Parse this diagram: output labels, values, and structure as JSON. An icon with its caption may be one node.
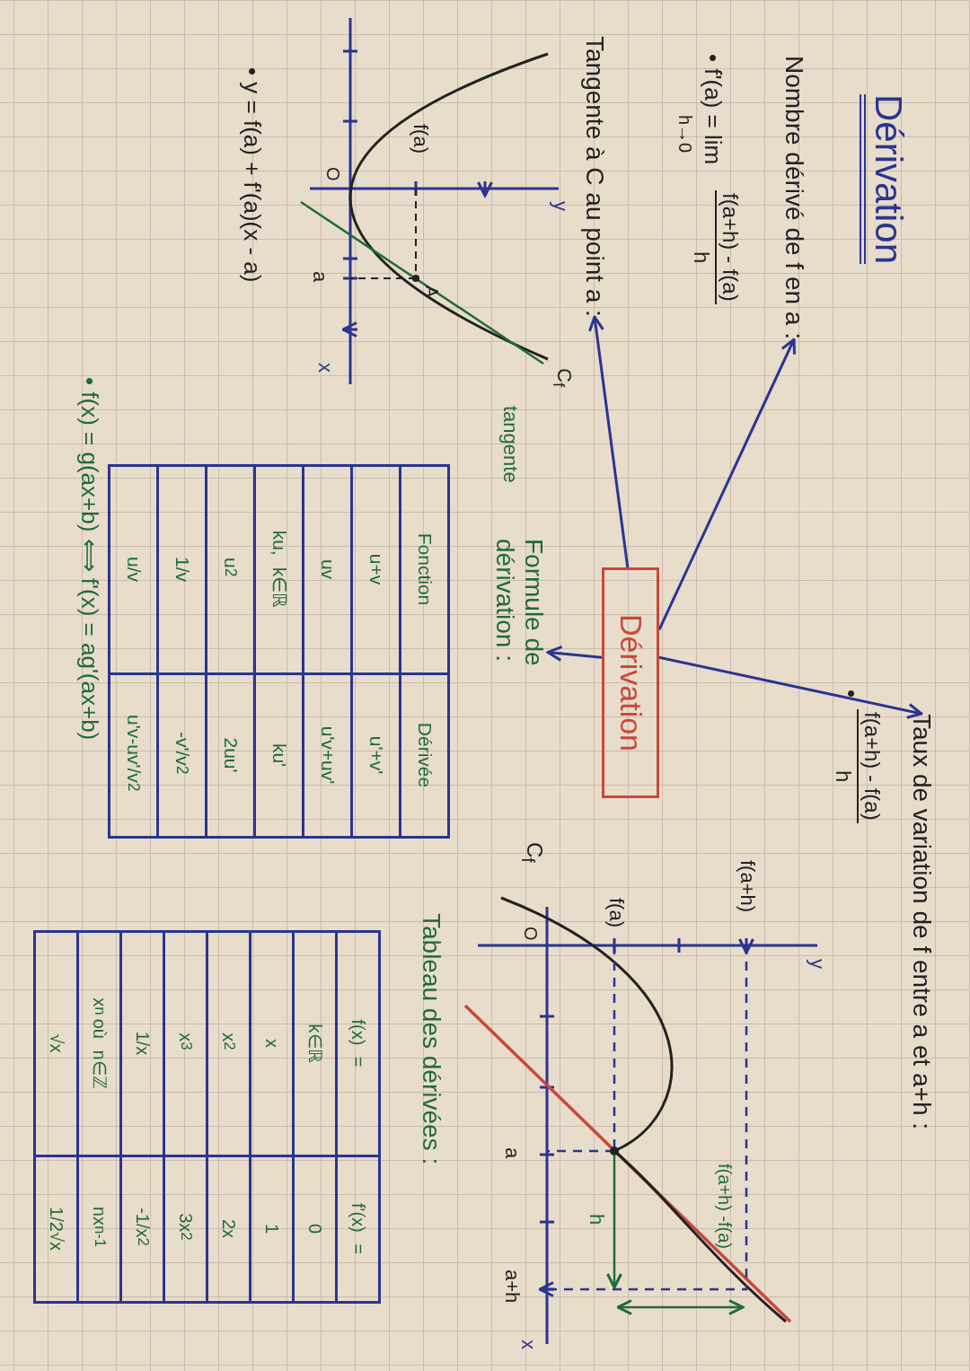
{
  "diagram": {
    "title": "Dérivation",
    "nodes": [
      {
        "text": [
          "Nombre dérivé de f en a :"
        ]
      },
      {
        "text": [
          "Tangente à C au point a :"
        ]
      },
      {
        "text": [
          "Dérivation"
        ]
      },
      {
        "text": [
          "Formule de dérivation :"
        ]
      },
      {
        "text": [
          "Taux de variation de f entre a et a+h :"
        ]
      }
    ],
    "edges": [
      {
        "from": 2,
        "to": 0,
        "arrow": "to"
      },
      {
        "from": 2,
        "to": 1,
        "arrow": "to"
      },
      {
        "from": 2,
        "to": 3,
        "arrow": "to"
      },
      {
        "from": 2,
        "to": 4,
        "arrow": "to"
      }
    ],
    "labels": [
      "• f'(a) = lim",
      "h→0",
      "f(a+h) - f(a)",
      "h",
      "•",
      "f(a+h) - f(a)",
      "h",
      "y",
      "f(a)",
      "O",
      "A",
      "a",
      "x",
      "C$_{f}$",
      "tangente",
      "• y = f(a) + f'(a)(x - a)",
      "y",
      "f(a+h)",
      "f(a)",
      "C$_{f}$",
      "O",
      "f(a+h) -f(a)",
      "h",
      "a",
      "a+h",
      "x",
      "Tableau des dérivées :",
      "Fonction",
      "Dérivée",
      "u+v",
      "u'+v'",
      "uv",
      "u'v+uv'",
      "ku, k∈ℝ",
      "ku'",
      "u$^{2}$",
      "2uu'",
      "1/v",
      "-v'/v$^{2}$",
      "u/v",
      "u'v-uv'/v$^{2}$",
      "f(x) =",
      "f'(x) =",
      "k∈ℝ",
      "0",
      "x",
      "1",
      "x$^{2}$",
      "2x",
      "x$^{3}$",
      "3x$^{2}$",
      "1/x",
      "-1/x$^{2}$",
      "x$^{n}$ où n∈ℤ",
      "nx$^{n-1}$",
      "√x",
      "1/2√x",
      "• f(x) = g(ax+b) ⟺ f'(x) = ag'(ax+b)"
    ]
  }
}
